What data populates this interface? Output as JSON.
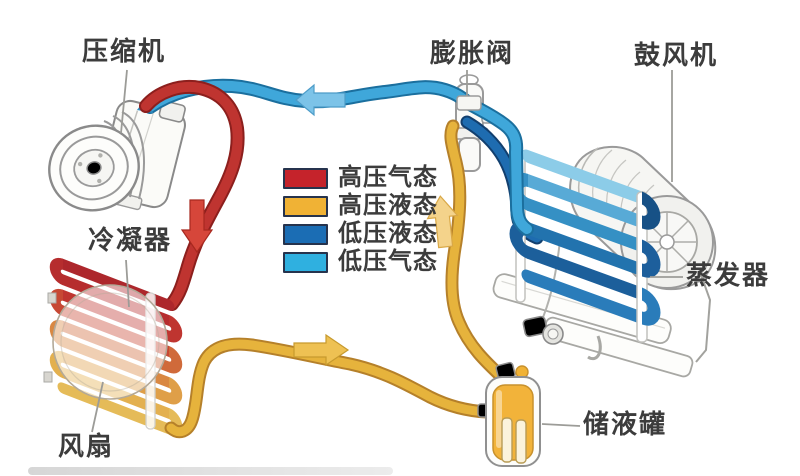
{
  "labels": {
    "compressor": "压缩机",
    "expansion_valve": "膨胀阀",
    "blower": "鼓风机",
    "condenser": "冷凝器",
    "evaporator": "蒸发器",
    "fan": "风扇",
    "receiver_tank": "储液罐"
  },
  "legend": {
    "items": [
      {
        "label": "高压气态",
        "color": "#c5232b"
      },
      {
        "label": "高压液态",
        "color": "#f0b235"
      },
      {
        "label": "低压液态",
        "color": "#1b6db4"
      },
      {
        "label": "低压气态",
        "color": "#2fb0e0"
      }
    ]
  },
  "colors": {
    "pipe_high_pressure_gas": "#bf3430",
    "pipe_high_pressure_liquid": "#e6b33c",
    "pipe_low_pressure_liquid": "#1e6cb0",
    "pipe_low_pressure_gas": "#3fa7da",
    "arrow_suction": "#7cc3e8",
    "arrow_discharge": "#d6463a",
    "arrow_liquid_up": "#f4d38b",
    "arrow_liquid_right": "#eec153"
  },
  "flow_arrows": [
    {
      "name": "suction-line-arrow",
      "direction": "left"
    },
    {
      "name": "discharge-line-arrow",
      "direction": "down"
    },
    {
      "name": "liquid-line-arrow",
      "direction": "right"
    },
    {
      "name": "liquid-riser-arrow",
      "direction": "up"
    }
  ]
}
